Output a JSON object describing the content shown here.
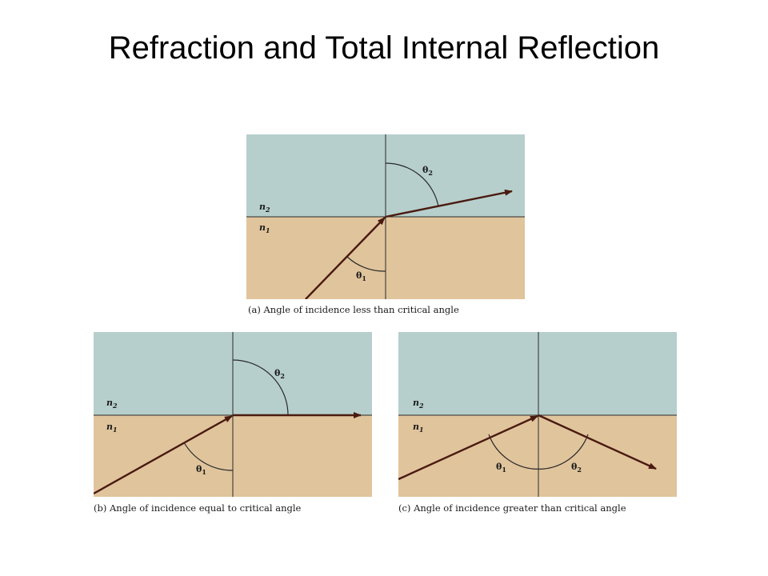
{
  "title": "Refraction and Total Internal Reflection",
  "colors": {
    "upper_medium": "#b6cfcc",
    "lower_medium": "#e0c49c",
    "line": "#2a2a2a",
    "arrow": "#4a1a10"
  },
  "labels": {
    "n2": "n",
    "n2_sub": "2",
    "n1": "n",
    "n1_sub": "1",
    "theta1": "θ",
    "theta1_sub": "1",
    "theta2": "θ",
    "theta2_sub": "2"
  },
  "panels": {
    "a": {
      "caption": "(a) Angle of incidence less than critical angle"
    },
    "b": {
      "caption": "(b) Angle of incidence equal to critical angle"
    },
    "c": {
      "caption": "(c) Angle of incidence greater than critical angle"
    }
  }
}
